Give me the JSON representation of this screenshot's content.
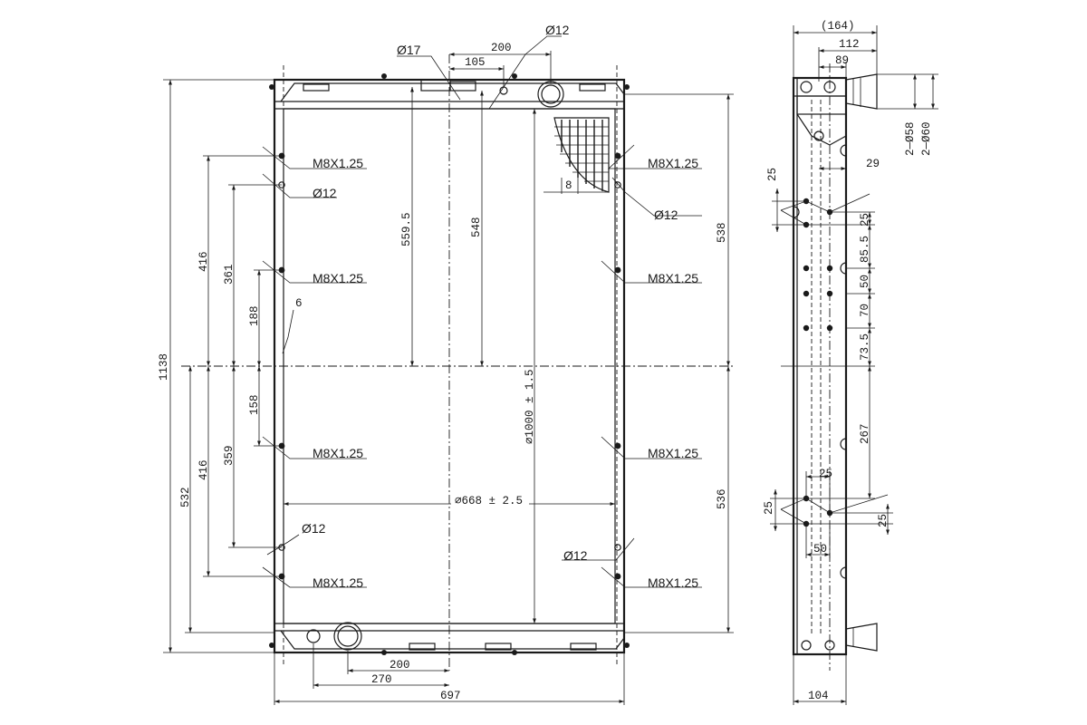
{
  "front_view": {
    "width": "697",
    "height": "1138",
    "core_width": "⌀668 ± 2.5",
    "core_height": "⌀1000 ± 1.5",
    "top_offsets": {
      "inlet_dia": "Ø17",
      "spacing_200": "200",
      "spacing_105": "105",
      "pin_dia": "Ø12"
    },
    "right_dims": {
      "upper": "538",
      "lower": "536"
    },
    "left_dims": {
      "upper_416": "416",
      "upper_361": "361",
      "upper_188": "188",
      "lower_158": "158",
      "lower_359": "359",
      "lower_416": "416",
      "lower_532": "532",
      "wall": "6"
    },
    "center_dims": {
      "d559": "559.5",
      "d548": "548"
    },
    "bottom_dims": {
      "d200": "200",
      "d270": "270"
    },
    "fin_pitch": "8",
    "threads": {
      "t1": "M8X1.25",
      "t2": "M8X1.25",
      "t3": "M8X1.25",
      "t4": "M8X1.25",
      "t5": "M8X1.25",
      "t6": "M8X1.25",
      "t7": "M8X1.25",
      "t8": "M8X1.25"
    },
    "holes": {
      "h1": "Ø12",
      "h2": "Ø12",
      "h3": "Ø12",
      "h4": "Ø12"
    }
  },
  "side_view": {
    "overall": "(164)",
    "d112": "112",
    "d89": "89",
    "pipe_dia": "2—Ø58",
    "pipe_dia2": "2—Ø60",
    "d29": "29",
    "d25a": "25",
    "d25b": "25",
    "d85": "85.5",
    "d50a": "50",
    "d70": "70",
    "d73": "73.5",
    "d267": "267",
    "d25c": "25",
    "d25d": "25",
    "d25e": "25",
    "d50b": "50",
    "depth": "104"
  }
}
